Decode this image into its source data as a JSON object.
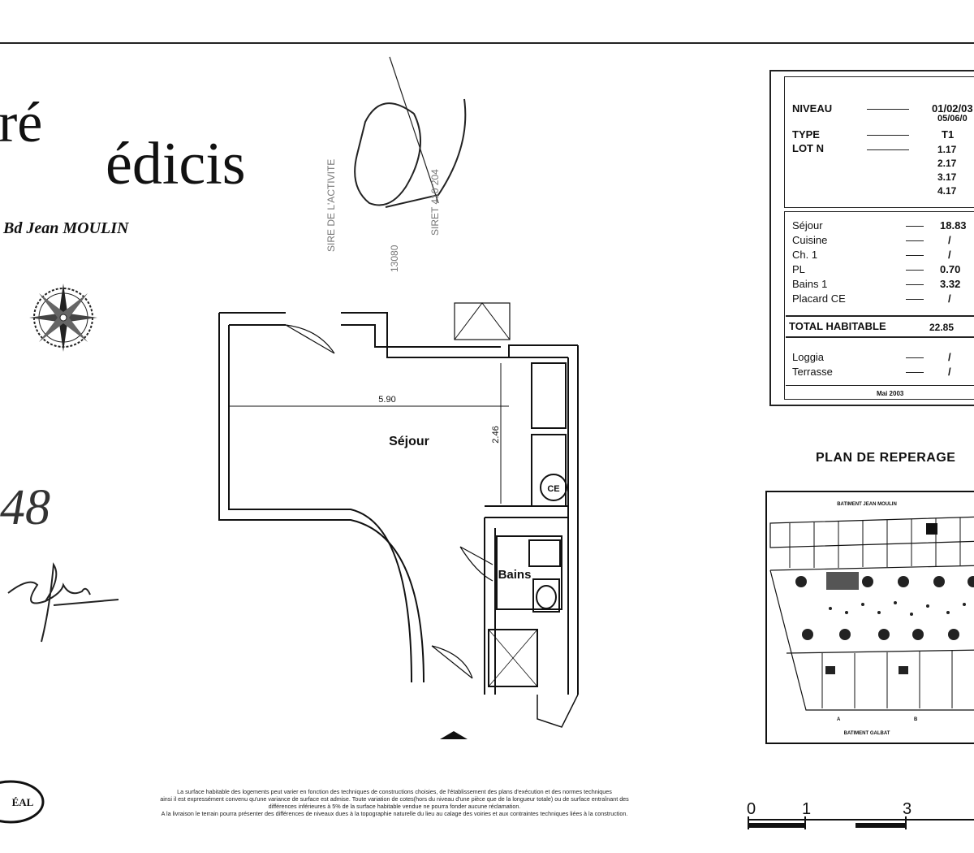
{
  "header": {
    "brand_fragment": "ré",
    "brand_name": "édicis",
    "address": "Bd Jean MOULIN"
  },
  "annotations": {
    "handwritten_number": "48",
    "stamp_lines": [
      "SIRE DE L'ACTIVITE",
      "13080",
      "SIRET 410 204"
    ]
  },
  "floorplan": {
    "room_living": "Séjour",
    "room_bath": "Bains",
    "closet": "CE",
    "dim_width": "5.90",
    "dim_depth": "2.46"
  },
  "info_panel": {
    "rows_top": [
      {
        "label": "NIVEAU",
        "value": "01/02/03"
      },
      {
        "label": "",
        "value": "05/06/0"
      },
      {
        "label": "TYPE",
        "value": "T1"
      },
      {
        "label": "LOT N",
        "value": "1.17"
      },
      {
        "label": "",
        "value": "2.17"
      },
      {
        "label": "",
        "value": "3.17"
      },
      {
        "label": "",
        "value": "4.17"
      }
    ],
    "rooms": [
      {
        "label": "Séjour",
        "value": "18.83"
      },
      {
        "label": "Cuisine",
        "value": "/"
      },
      {
        "label": "Ch. 1",
        "value": "/"
      },
      {
        "label": "PL",
        "value": "0.70"
      },
      {
        "label": "Bains 1",
        "value": "3.32"
      },
      {
        "label": "Placard CE",
        "value": "/"
      }
    ],
    "total_label": "TOTAL HABITABLE",
    "total_value": "22.85",
    "outdoor": [
      {
        "label": "Loggia",
        "value": "/"
      },
      {
        "label": "Terrasse",
        "value": "/"
      }
    ],
    "date": "Mai 2003"
  },
  "site_plan": {
    "title": "PLAN DE REPERAGE",
    "top_label": "BATIMENT JEAN MOULIN",
    "bottom_label": "BATIMENT GALBAT",
    "markers": [
      "A",
      "B"
    ]
  },
  "footer": {
    "disclaimer_lines": [
      "La surface habitable des logements peut varier en fonction des techniques de constructions choisies, de l'établissement des plans d'exécution et des normes techniques",
      "ainsi il est expressément convenu qu'une variance de surface est admise. Toute variation de cotes(hors du niveau d'une pièce que de la longueur totale) ou de surface entraînant des",
      "différences inférieures à 5% de la surface habitable vendue ne pourra fonder aucune réclamation.",
      "A la livraison le terrain pourra présenter des différences de niveaux dues à la topographie naturelle du lieu au calage des voiries et aux contraintes techniques liées à la construction."
    ],
    "scale_labels": [
      "0",
      "1",
      "3"
    ],
    "logo_text": "ÉAL"
  }
}
